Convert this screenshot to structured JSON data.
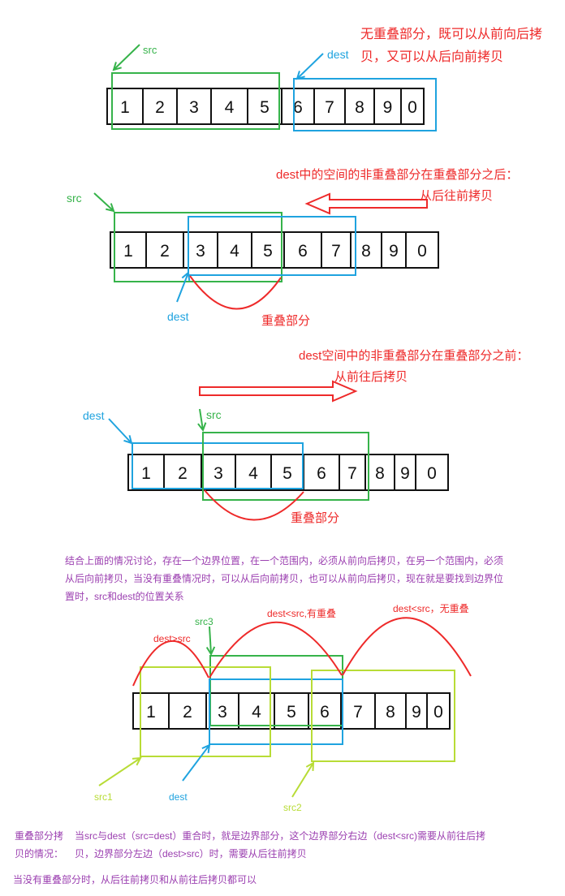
{
  "colors": {
    "red": "#ee2a2a",
    "green": "#36b34a",
    "blue": "#1fa3df",
    "lime": "#b8dc36",
    "purple": "#9b3fb0",
    "black": "#111111"
  },
  "cells": [
    "1",
    "2",
    "3",
    "4",
    "5",
    "6",
    "7",
    "8",
    "9",
    "0"
  ],
  "diagram1": {
    "src_label": "src",
    "dest_label": "dest",
    "note_line1": "无重叠部分，既可以从前向后拷",
    "note_line2": "贝，又可以从后向前拷贝"
  },
  "diagram2": {
    "src_label": "src",
    "dest_label": "dest",
    "title_line1": "dest中的空间的非重叠部分在重叠部分之后：",
    "title_line2": "从后往前拷贝",
    "overlap_label": "重叠部分"
  },
  "diagram3": {
    "src_label": "src",
    "dest_label": "dest",
    "title_line1": "dest空间中的非重叠部分在重叠部分之前：",
    "title_line2": "从前往后拷贝",
    "overlap_label": "重叠部分"
  },
  "summary": {
    "line1": "结合上面的情况讨论，存在一个边界位置，在一个范围内，必须从前向后拷贝，在另一个范围内，必须",
    "line2": "从后向前拷贝，当没有重叠情况时，可以从后向前拷贝，也可以从前向后拷贝，现在就是要找到边界位",
    "line3": "置时，src和dest的位置关系"
  },
  "diagram4": {
    "arc1_label": "dest>src",
    "arc2_label": "dest<src,有重叠",
    "arc3_label": "dest<src，无重叠",
    "src1_label": "src1",
    "src2_label": "src2",
    "src3_label": "src3",
    "dest_label": "dest"
  },
  "conclusion": {
    "heading_line1": "重叠部分拷",
    "heading_line2": "贝的情况：",
    "body_line1": "当src与dest（src=dest）重合时，就是边界部分，这个边界部分右边（dest<src)需要从前往后拷",
    "body_line2": "贝，边界部分左边（dest>src）时，需要从后往前拷贝",
    "final_line": "当没有重叠部分时，从后往前拷贝和从前往后拷贝都可以"
  }
}
